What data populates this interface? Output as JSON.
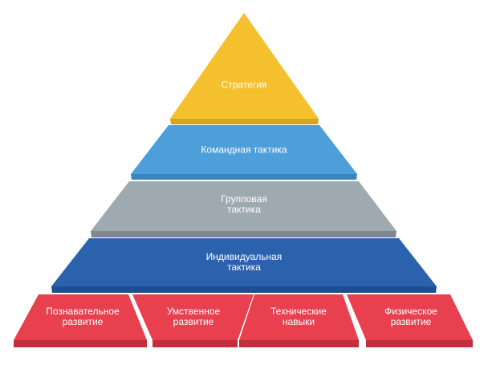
{
  "diagram": {
    "tiers": [
      {
        "id": "strategy",
        "lines": [
          "Стратегия"
        ],
        "color": "#F5C02E",
        "shade": "#D8A31E"
      },
      {
        "id": "team-tactics",
        "lines": [
          "Командная тактика"
        ],
        "color": "#4D9FDA",
        "shade": "#3A85BE"
      },
      {
        "id": "group-tactics",
        "lines": [
          "Групповая",
          "тактика"
        ],
        "color": "#9FAAB0",
        "shade": "#7E898F"
      },
      {
        "id": "individual-tactics",
        "lines": [
          "Индивидуальная",
          "тактика"
        ],
        "color": "#2A62AE",
        "shade": "#1E4E90"
      }
    ],
    "foundation": [
      {
        "id": "cognitive-development",
        "lines": [
          "Познавательное",
          "развитие"
        ]
      },
      {
        "id": "mental-development",
        "lines": [
          "Умственное",
          "развитие"
        ]
      },
      {
        "id": "technical-skills",
        "lines": [
          "Технические",
          "навыки"
        ]
      },
      {
        "id": "physical-development",
        "lines": [
          "Физическое",
          "развитие"
        ]
      }
    ],
    "foundation_color": "#E8404F",
    "foundation_shade": "#C32E3C"
  }
}
